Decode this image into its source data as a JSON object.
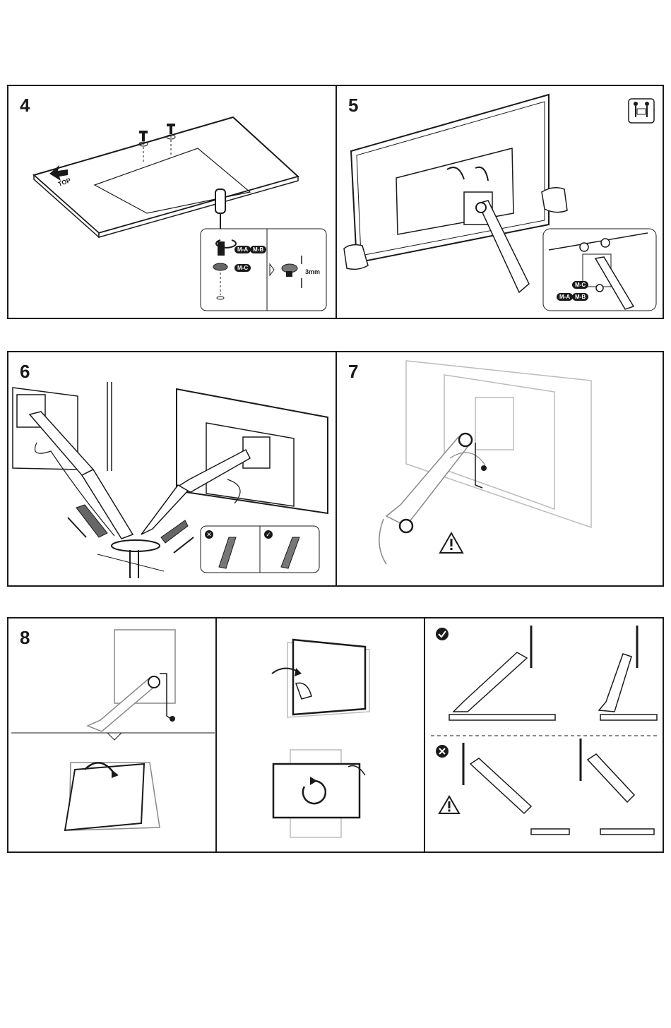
{
  "steps": {
    "s4": {
      "number": "4",
      "top_label": "TOP",
      "parts": [
        "M-A",
        "M-B",
        "M-C"
      ],
      "measure": "3mm"
    },
    "s5": {
      "number": "5",
      "parts": [
        "M-C",
        "M-A",
        "M-B"
      ]
    },
    "s6": {
      "number": "6"
    },
    "s7": {
      "number": "7"
    },
    "s8": {
      "number": "8"
    }
  },
  "icons": {
    "two_person": "two-person-lift-icon",
    "warning": "warning-triangle-icon",
    "correct": "check-circle-icon",
    "incorrect": "x-circle-icon",
    "rotate": "rotate-arrow-icon"
  }
}
